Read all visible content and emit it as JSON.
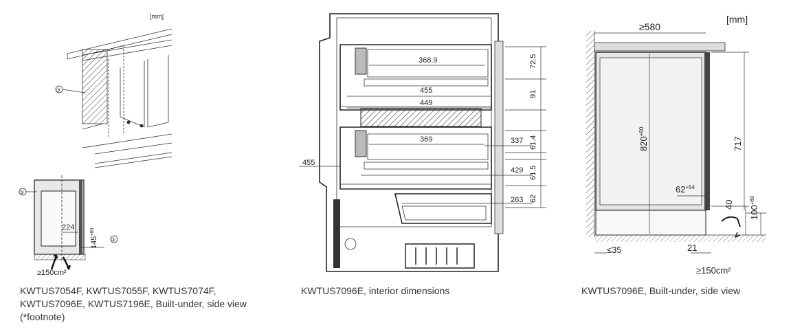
{
  "figures": [
    {
      "caption_lines": [
        "KWTUS7054F, KWTUS7055F, KWTUS7074F,",
        "KWTUS7096E, KWTUS7196E, Built-under, side view",
        "(*footnote)"
      ],
      "unit": "[mm]",
      "callouts": [
        "①",
        "②",
        "③"
      ],
      "dims": {
        "width": "224",
        "height": "145",
        "height_tol": "+60",
        "vent": "≥150cm²"
      }
    },
    {
      "caption_lines": [
        "KWTUS7096E, interior dimensions"
      ],
      "dims": {
        "d368": "368.9",
        "d455a": "455",
        "d449": "449",
        "d369": "369",
        "d429": "429",
        "d263": "263",
        "d337": "337",
        "d455b": "455",
        "h725": "72.5",
        "h91": "91",
        "h614": "61.4",
        "h615": "61.5",
        "h62": "62"
      }
    },
    {
      "caption_lines": [
        "KWTUS7096E, Built-under, side view"
      ],
      "unit": "[mm]",
      "dims": {
        "depth": "≥580",
        "height": "820",
        "height_tol": "+60",
        "inner": "717",
        "gap": "62",
        "gap_tol": "+54",
        "d40": "40",
        "d100": "100",
        "d100_tol": "+60",
        "d35": "≤35",
        "d21": "21",
        "vent": "≥150cm²"
      }
    }
  ]
}
